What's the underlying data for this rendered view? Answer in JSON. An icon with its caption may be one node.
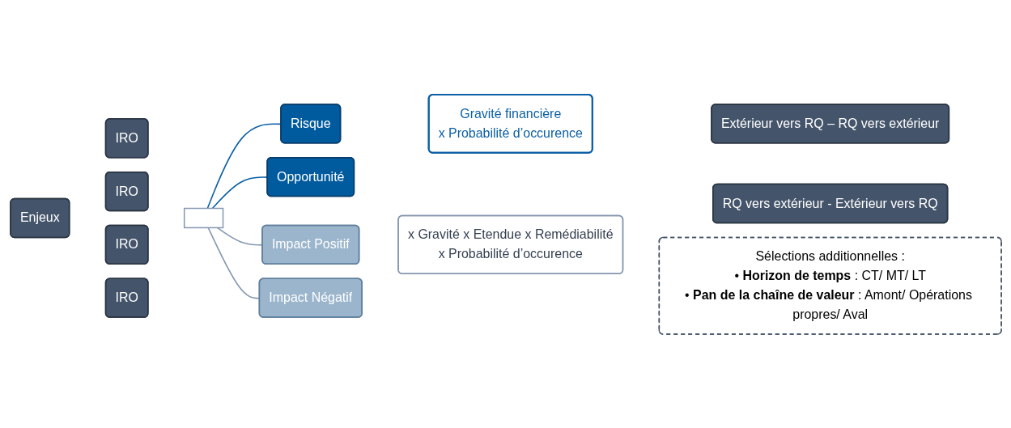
{
  "diagram": {
    "nodes": [
      {
        "text": [
          "Enjeux"
        ]
      },
      {
        "text": [
          "IRO"
        ]
      },
      {
        "text": [
          "IRO"
        ]
      },
      {
        "text": [
          "IRO"
        ]
      },
      {
        "text": [
          "IRO"
        ]
      },
      {
        "text": [],
        "shape": "bracket"
      },
      {
        "text": [
          "Risque"
        ]
      },
      {
        "text": [
          "Opportunité"
        ]
      },
      {
        "text": [
          "Gravité financière",
          "x Probabilité d’occurence"
        ]
      },
      {
        "text": [
          "Extérieur vers RQ – RQ vers extérieur"
        ]
      },
      {
        "text": [
          "Impact Positif"
        ]
      },
      {
        "text": [
          "Impact Négatif"
        ]
      },
      {
        "text": [
          "x Gravité x Etendue x Remédiabilité",
          "x Probabilité d’occurence"
        ]
      },
      {
        "text": [
          "RQ vers extérieur - Extérieur vers RQ"
        ]
      },
      {
        "text": [
          "Sélections additionnelles :",
          "• **Horizon de temps** : CT/ MT/ LT",
          "• **Pan de la chaîne de valeur** : Amont/ Opérations propres/ Aval"
        ]
      }
    ],
    "edges": [
      {
        "from": 5,
        "to": 6,
        "arrow": "none",
        "color": "#0b5fa5"
      },
      {
        "from": 5,
        "to": 7,
        "arrow": "none",
        "color": "#0b5fa5"
      },
      {
        "from": 5,
        "to": 10,
        "arrow": "none",
        "color": "#8497b0"
      },
      {
        "from": 5,
        "to": 11,
        "arrow": "none",
        "color": "#8497b0"
      }
    ]
  }
}
